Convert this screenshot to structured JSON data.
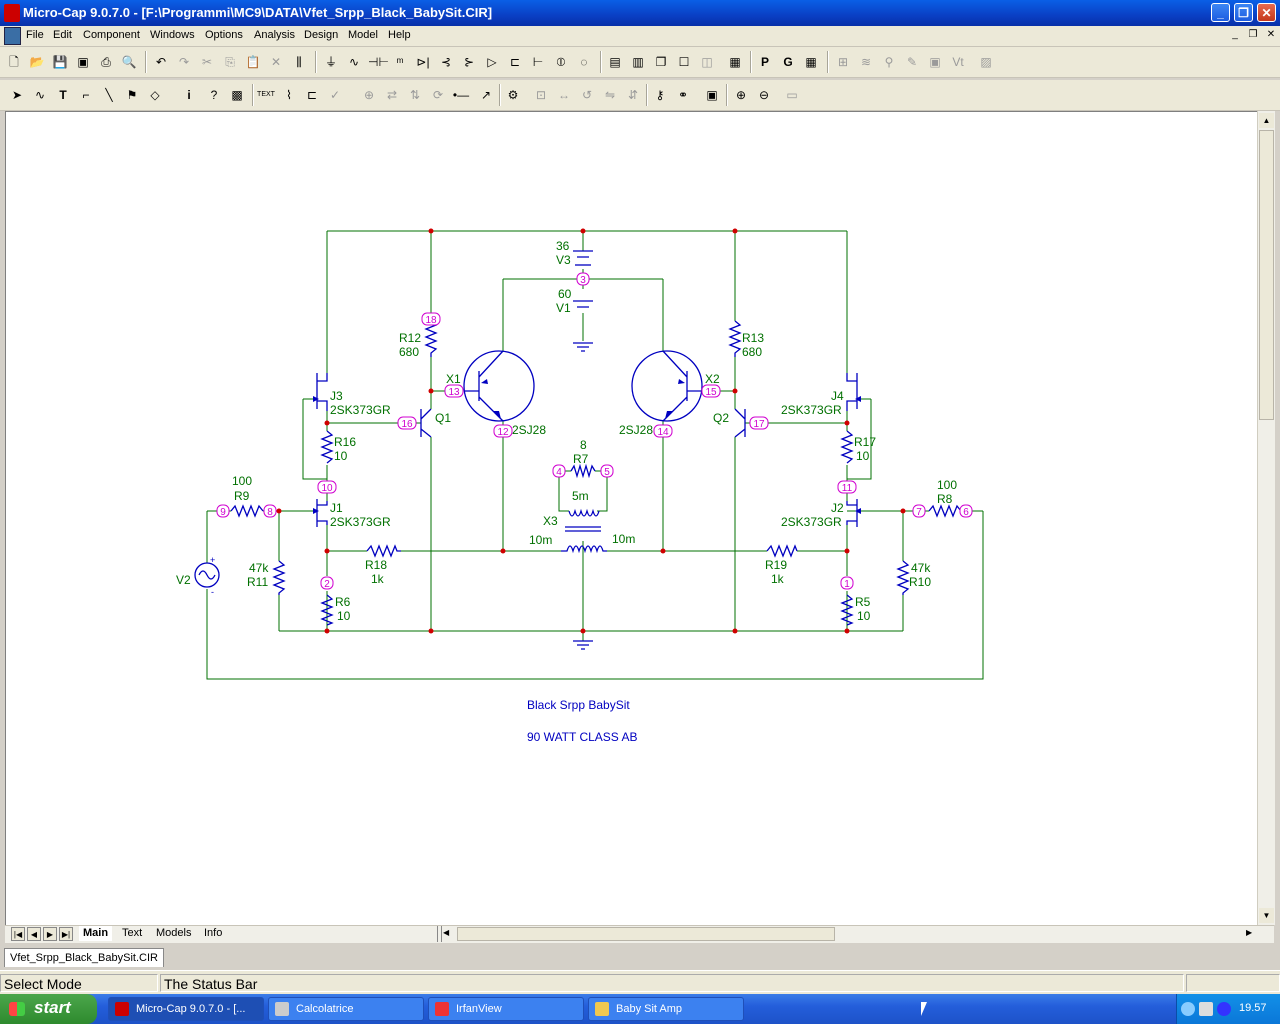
{
  "window": {
    "title": "Micro-Cap 9.0.7.0 - [F:\\Programmi\\MC9\\DATA\\Vfet_Srpp_Black_BabySit.CIR]"
  },
  "menu": [
    "File",
    "Edit",
    "Component",
    "Windows",
    "Options",
    "Analysis",
    "Design",
    "Model",
    "Help"
  ],
  "canvas": {
    "caption1": "Black Srpp BabySit",
    "caption2": "90 WATT CLASS AB",
    "labels": {
      "v3_val": "36",
      "v3_name": "V3",
      "v1_val": "60",
      "v1_name": "V1",
      "r12_name": "R12",
      "r12_val": "680",
      "r13_name": "R13",
      "r13_val": "680",
      "x1": "X1",
      "x2": "X2",
      "x1_model": "2SJ28",
      "x2_model": "2SJ28",
      "j3": "J3",
      "j3_model": "2SK373GR",
      "j4": "J4",
      "j4_model": "2SK373GR",
      "q1": "Q1",
      "q2": "Q2",
      "r16_name": "R16",
      "r16_val": "10",
      "r17_name": "R17",
      "r17_val": "10",
      "r7_val": "8",
      "r7_name": "R7",
      "l_mid": "5m",
      "x3": "X3",
      "l_left": "10m",
      "l_right": "10m",
      "r9_val": "100",
      "r9_name": "R9",
      "r8_val": "100",
      "r8_name": "R8",
      "j1": "J1",
      "j1_model": "2SK373GR",
      "j2": "J2",
      "j2_model": "2SK373GR",
      "v2": "V2",
      "r11_val": "47k",
      "r11_name": "R11",
      "r10_val": "47k",
      "r10_name": "R10",
      "r18_name": "R18",
      "r18_val": "1k",
      "r19_name": "R19",
      "r19_val": "1k",
      "r6_name": "R6",
      "r6_val": "10",
      "r5_name": "R5",
      "r5_val": "10",
      "plus": "+",
      "minus": "-"
    },
    "nodes": [
      "3",
      "18",
      "13",
      "12",
      "14",
      "15",
      "17",
      "16",
      "10",
      "11",
      "9",
      "8",
      "7",
      "6",
      "4",
      "5",
      "2",
      "1"
    ]
  },
  "page_tabs": [
    "Main",
    "Text",
    "Models",
    "Info"
  ],
  "window_tab": "Vfet_Srpp_Black_BabySit.CIR",
  "status": {
    "mode": "Select Mode",
    "text": "The Status Bar"
  },
  "taskbar": {
    "start": "start",
    "tasks": [
      "Micro-Cap 9.0.7.0 - [...",
      "Calcolatrice",
      "IrfanView",
      "Baby Sit Amp"
    ],
    "clock": "19.57"
  },
  "colors": {
    "wire": "#007000",
    "component": "#0000c0",
    "label": "#007000",
    "node": "#d000d0",
    "dot": "#d00000"
  }
}
